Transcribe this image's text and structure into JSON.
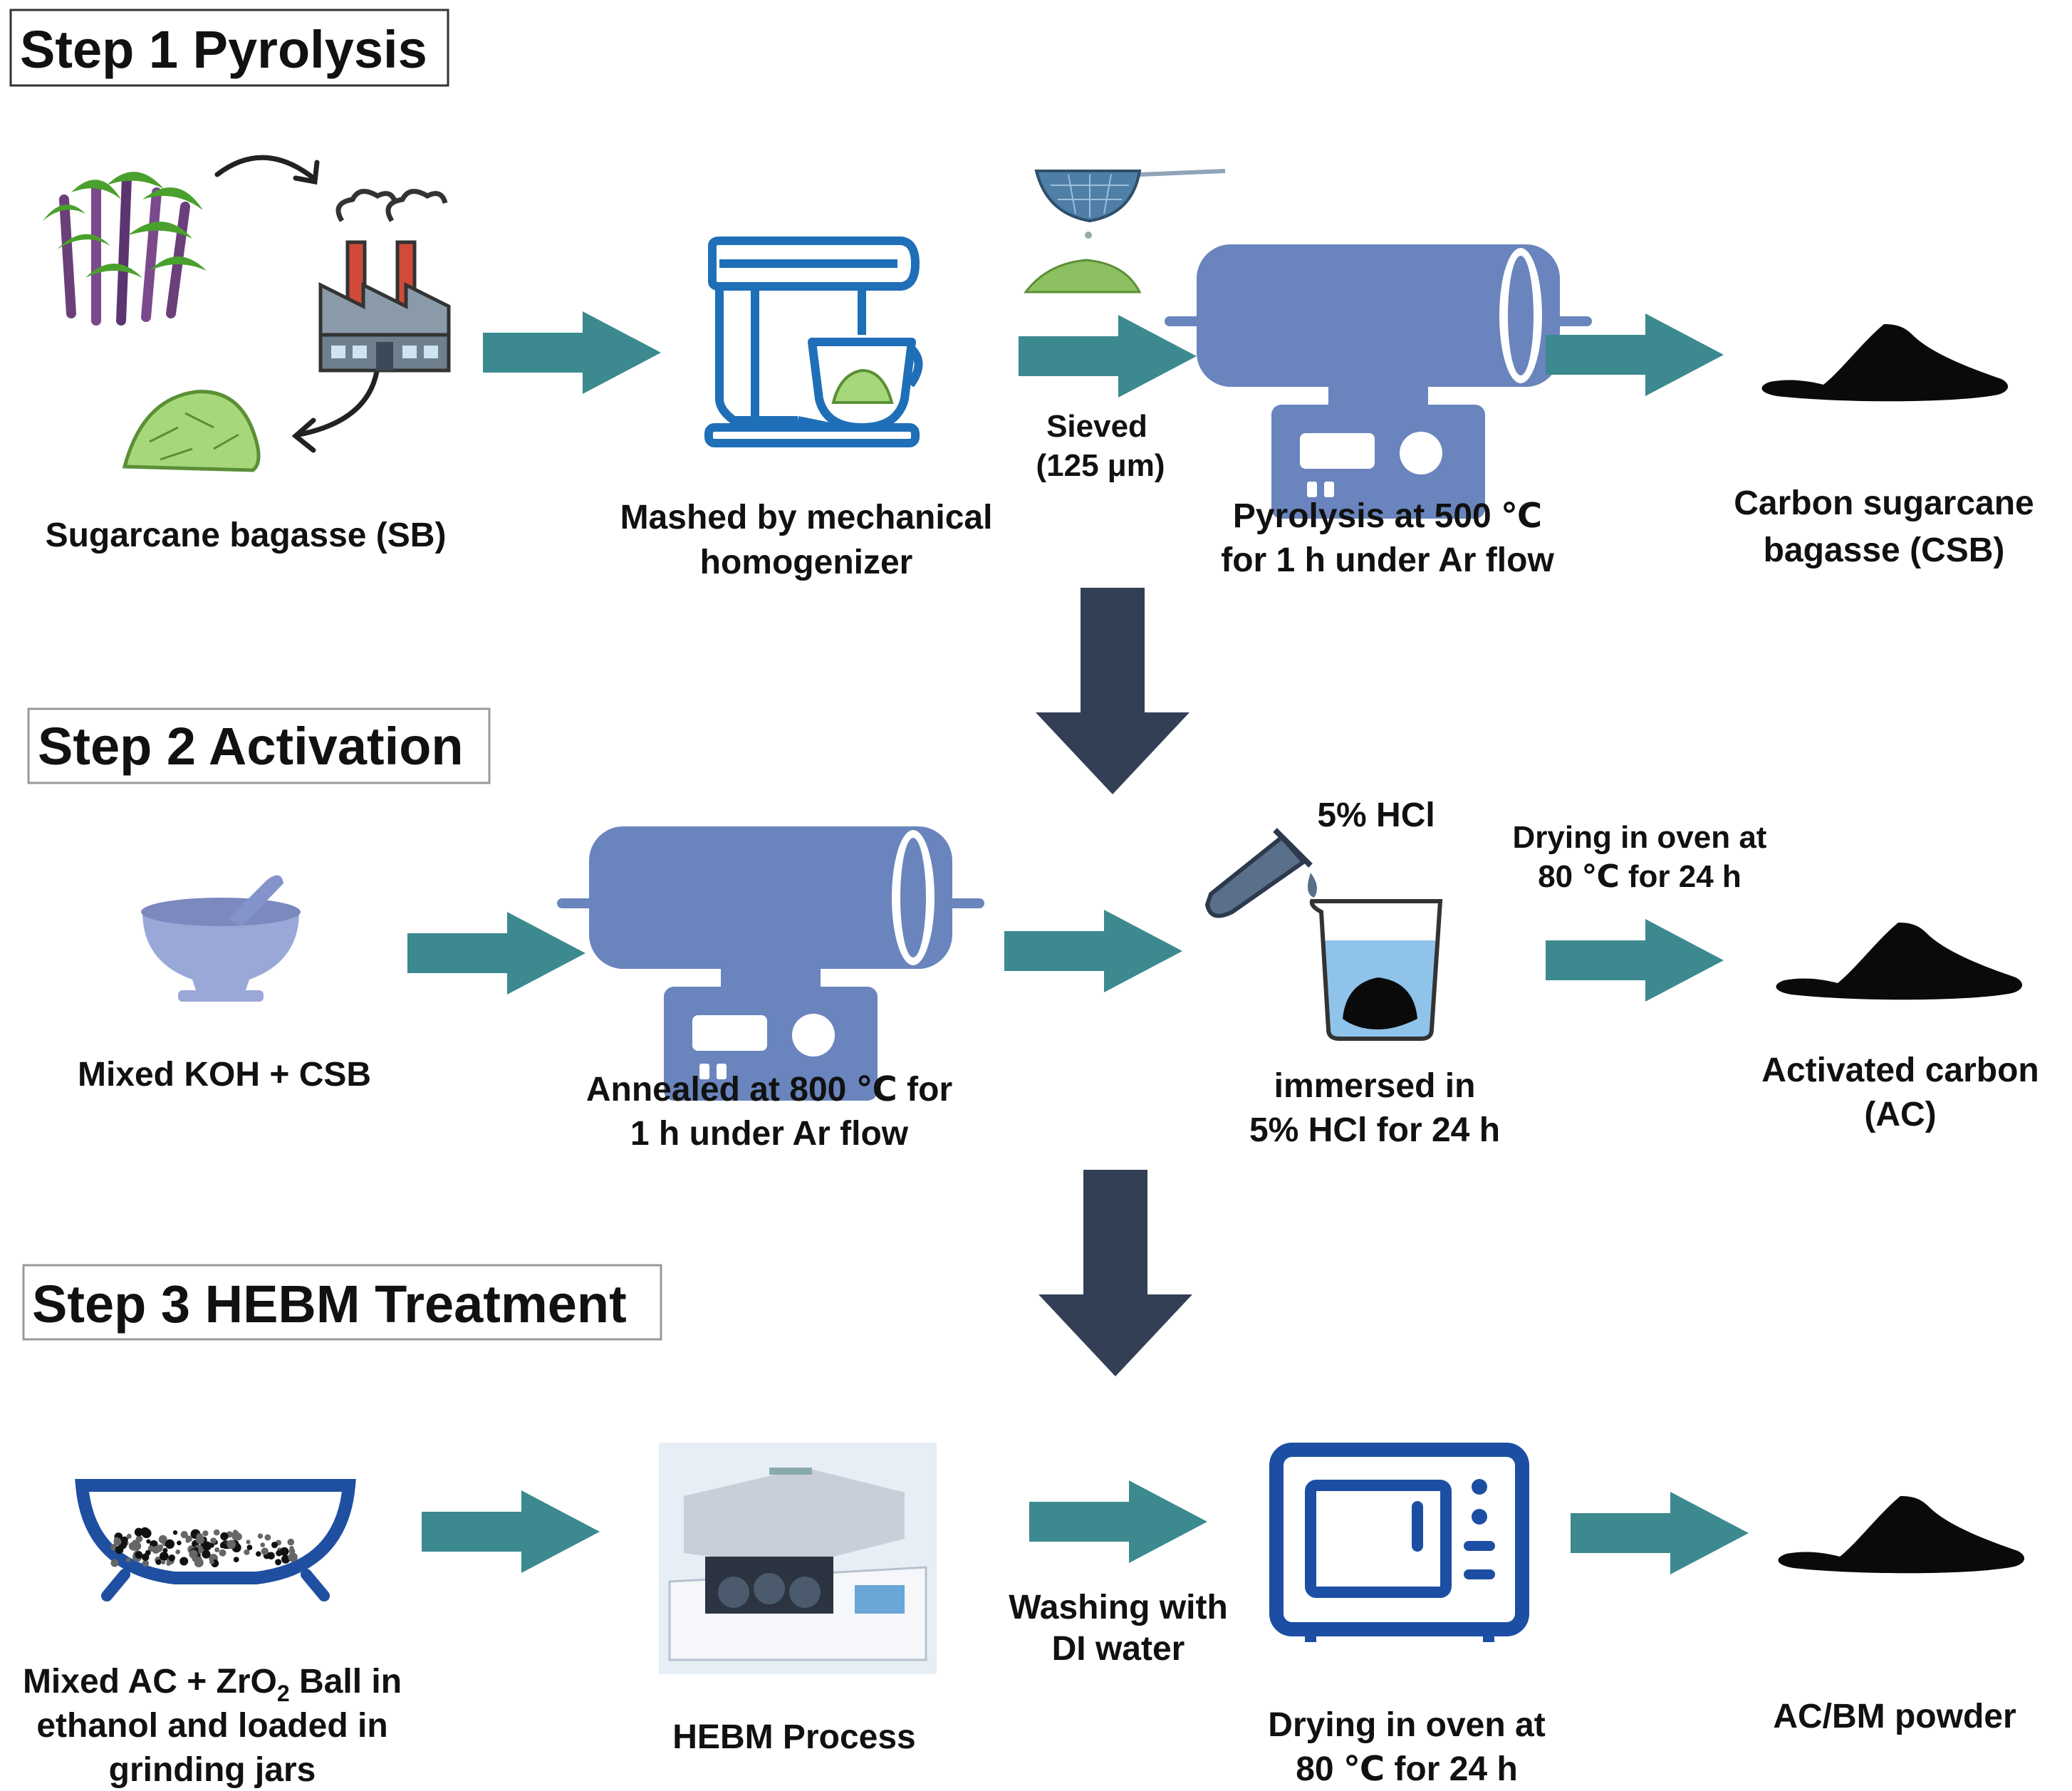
{
  "colors": {
    "flow_arrow": "#3c8a8f",
    "step_arrow": "#333f55",
    "furnace": "#6a85bd",
    "mixer_blue": "#1f6fb8",
    "oven_blue": "#1c4fa3",
    "powder_black": "#0a0a0a",
    "bagasse_green": "#a6d87a",
    "liquid_blue": "#8fc3ea"
  },
  "step1": {
    "title": "Step 1 Pyrolysis",
    "sb_label": "Sugarcane bagasse (SB)",
    "mixer_label": [
      "Mashed by mechanical",
      "homogenizer"
    ],
    "sieve_label": [
      "Sieved",
      "(125 μm)"
    ],
    "pyrolysis_label": [
      "Pyrolysis at 500 ℃",
      "for 1 h under Ar flow"
    ],
    "csb_label": [
      "Carbon sugarcane",
      "bagasse (CSB)"
    ]
  },
  "step2": {
    "title": "Step 2 Activation",
    "mix_label": "Mixed KOH + CSB",
    "anneal_label": [
      "Annealed at 800 ℃ for",
      "1 h under Ar flow"
    ],
    "hcl_tag": "5% HCl",
    "immersed_label": [
      "immersed in",
      "5% HCl for 24 h"
    ],
    "drying_label": [
      "Drying in oven at",
      "80 ℃ for 24 h"
    ],
    "ac_label": [
      "Activated carbon",
      "(AC)"
    ]
  },
  "step3": {
    "title": "Step 3 HEBM Treatment",
    "mix_label": [
      "Mixed AC + ZrO",
      "2",
      " Ball in",
      "ethanol and loaded in",
      "grinding jars"
    ],
    "hebm_label": "HEBM Process",
    "washing_label": [
      "Washing with",
      "DI water"
    ],
    "drying_label": [
      "Drying in oven at",
      "80 ℃ for 24 h"
    ],
    "powder_label": "AC/BM powder"
  },
  "icons": [
    "sugarcane-icon",
    "factory-icon",
    "cycle-arrow-icon",
    "bagasse-pile-icon",
    "stand-mixer-icon",
    "sieve-icon",
    "tube-furnace-icon",
    "powder-pile-icon",
    "mortar-pestle-icon",
    "test-tube-icon",
    "beaker-icon",
    "ball-mill-bowl-icon",
    "ball-mill-machine-icon",
    "oven-icon"
  ]
}
